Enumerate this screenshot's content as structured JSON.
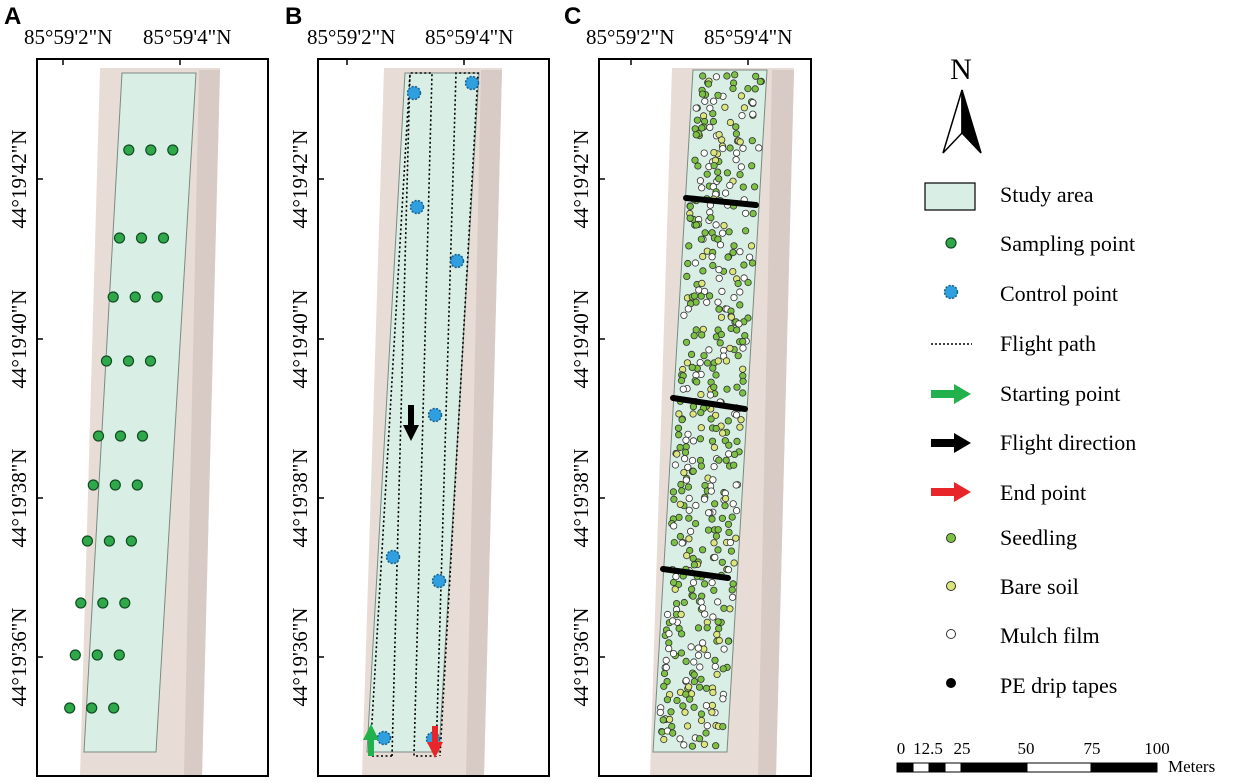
{
  "panels": [
    {
      "letter": "A",
      "lon_labels": [
        "85°59'2\"N",
        "85°59'4\"N"
      ],
      "lat_labels": [
        "44°19'42\"N",
        "44°19'40\"N",
        "44°19'38\"N",
        "44°19'36\"N"
      ]
    },
    {
      "letter": "B",
      "lon_labels": [
        "85°59'2\"N",
        "85°59'4\"N"
      ],
      "lat_labels": [
        "44°19'42\"N",
        "44°19'40\"N",
        "44°19'38\"N",
        "44°19'36\"N"
      ]
    },
    {
      "letter": "C",
      "lon_labels": [
        "85°59'2\"N",
        "85°59'4\"N"
      ],
      "lat_labels": [
        "44°19'42\"N",
        "44°19'40\"N",
        "44°19'38\"N",
        "44°19'36\"N"
      ]
    }
  ],
  "north_arrow": {
    "label": "N"
  },
  "legend": [
    {
      "key": "study-area",
      "label": "Study area",
      "symbol": "rect",
      "color": "#d9efe6"
    },
    {
      "key": "sampling-point",
      "label": "Sampling point",
      "symbol": "dot",
      "color": "#2ea84a"
    },
    {
      "key": "control-point",
      "label": "Control point",
      "symbol": "control",
      "color": "#2f9fe0"
    },
    {
      "key": "flight-path",
      "label": "Flight path",
      "symbol": "dotted-line",
      "color": "#000000"
    },
    {
      "key": "starting-point",
      "label": "Starting point",
      "symbol": "arrow",
      "color": "#22b14c"
    },
    {
      "key": "flight-direction",
      "label": "Flight direction",
      "symbol": "arrow",
      "color": "#000000"
    },
    {
      "key": "end-point",
      "label": "End point",
      "symbol": "arrow",
      "color": "#e8262a"
    },
    {
      "key": "seedling",
      "label": "Seedling",
      "symbol": "small-dot",
      "color": "#7cc242"
    },
    {
      "key": "bare-soil",
      "label": "Bare soil",
      "symbol": "small-dot",
      "color": "#dde67a"
    },
    {
      "key": "mulch-film",
      "label": "Mulch film",
      "symbol": "small-dot",
      "color": "#ffffff"
    },
    {
      "key": "pe-drip-tapes",
      "label": "PE drip tapes",
      "symbol": "small-dot",
      "color": "#000000"
    }
  ],
  "scale_bar": {
    "ticks": [
      "0",
      "12.5",
      "25",
      "50",
      "75",
      "100"
    ],
    "unit": "Meters"
  },
  "colors": {
    "study_area": "#d9efe6",
    "field_strip": "#e8dcd7",
    "sampling_point": "#2ea84a",
    "control_point": "#2f9fe0",
    "start_arrow": "#22b14c",
    "end_arrow": "#e8262a",
    "seedling": "#7cc242",
    "bare_soil": "#dde67a",
    "mulch_film": "#ffffff"
  }
}
